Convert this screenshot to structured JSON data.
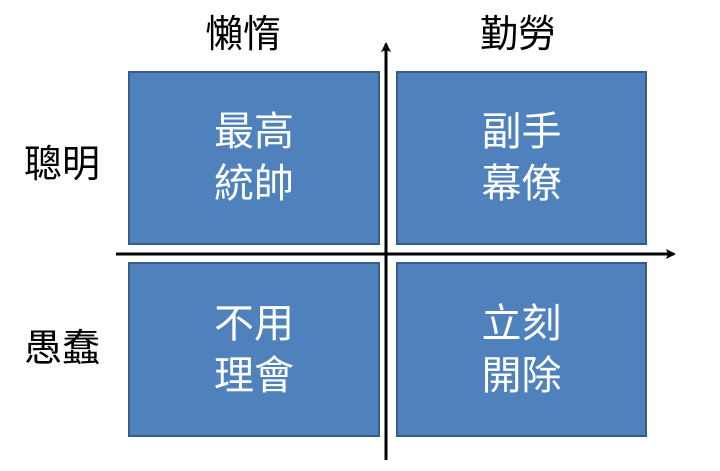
{
  "columns": {
    "lazy": "懶惰",
    "diligent": "勤勞"
  },
  "rows": {
    "smart": "聰明",
    "stupid": "愚蠢"
  },
  "quadrants": {
    "smart_lazy": {
      "line1": "最高",
      "line2": "統帥"
    },
    "smart_diligent": {
      "line1": "副手",
      "line2": "幕僚"
    },
    "stupid_lazy": {
      "line1": "不用",
      "line2": "理會"
    },
    "stupid_diligent": {
      "line1": "立刻",
      "line2": "開除"
    }
  },
  "colors": {
    "quadrant_fill": "#4f81bd",
    "quadrant_border": "#385d8a",
    "axis": "#000000"
  }
}
